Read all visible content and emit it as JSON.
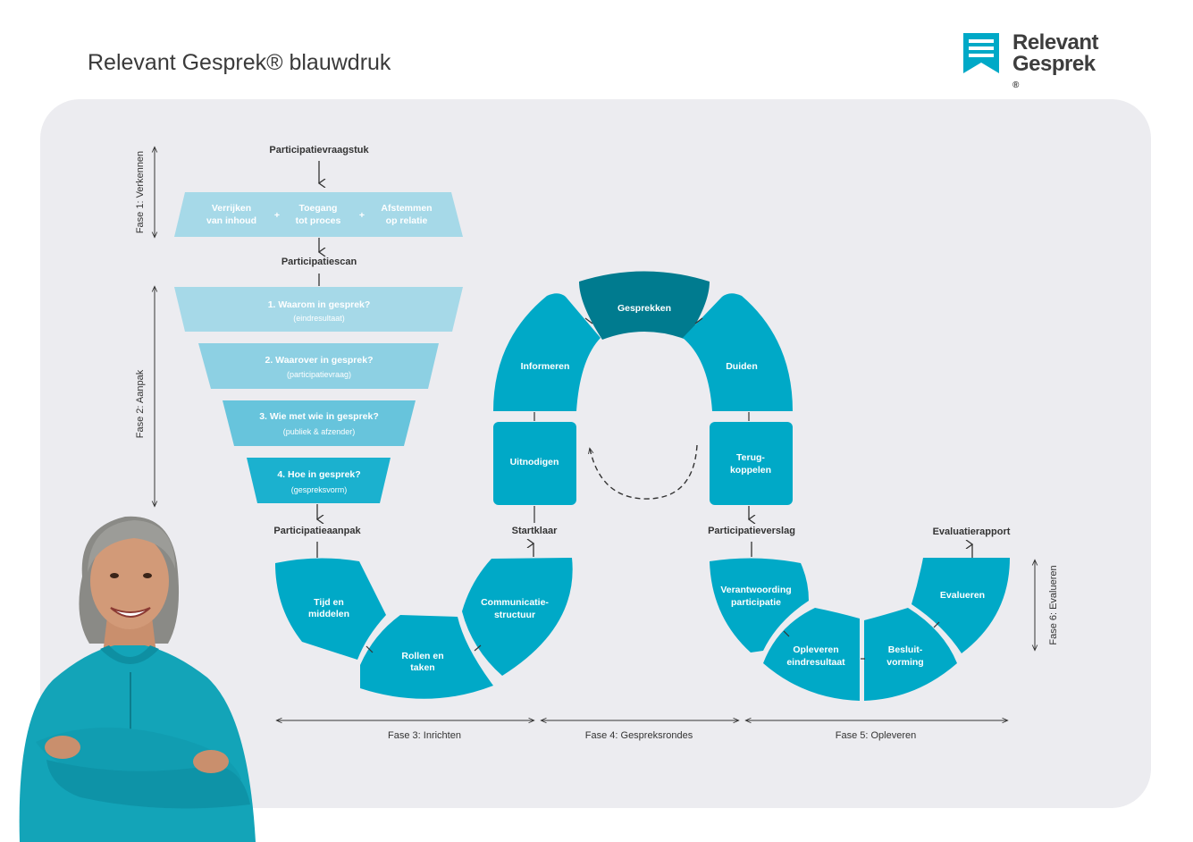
{
  "title": "Relevant Gesprek® blauwdruk",
  "logo": {
    "line1": "Relevant",
    "line2": "Gesprek",
    "reg": "®"
  },
  "phases": {
    "fase1": "Fase 1: Verkennen",
    "fase2": "Fase 2: Aanpak",
    "fase3": "Fase 3: Inrichten",
    "fase4": "Fase 4: Gespreksrondes",
    "fase5": "Fase 5: Opleveren",
    "fase6": "Fase 6: Evalueren"
  },
  "labels": {
    "participatievraagstuk": "Participatievraagstuk",
    "participatiescan": "Participatiescan",
    "participatieaanpak": "Participatieaanpak",
    "startklaar": "Startklaar",
    "participatieverslag": "Participatieverslag",
    "evaluatierapport": "Evaluatierapport"
  },
  "verkennen": {
    "item1": [
      "Verrijken",
      "van inhoud"
    ],
    "item2": [
      "Toegang",
      "tot proces"
    ],
    "item3": [
      "Afstemmen",
      "op relatie"
    ],
    "plus": "+"
  },
  "funnel": [
    {
      "title": "1. Waarom in gesprek?",
      "sub": "(eindresultaat)"
    },
    {
      "title": "2. Waarover in gesprek?",
      "sub": "(participatievraag)"
    },
    {
      "title": "3. Wie met wie in gesprek?",
      "sub": "(publiek & afzender)"
    },
    {
      "title": "4. Hoe in gesprek?",
      "sub": "(gespreksvorm)"
    }
  ],
  "inrichten": {
    "tijd": [
      "Tijd en",
      "middelen"
    ],
    "rollen": [
      "Rollen en",
      "taken"
    ],
    "communicatie": [
      "Communicatie-",
      "structuur"
    ]
  },
  "rondes": {
    "uitnodigen": "Uitnodigen",
    "informeren": "Informeren",
    "gesprekken": "Gesprekken",
    "duiden": "Duiden",
    "terugkoppelen": [
      "Terug-",
      "koppelen"
    ]
  },
  "opleveren": {
    "verantwoording": [
      "Verantwoording",
      "participatie"
    ],
    "eindresultaat": [
      "Opleveren",
      "eindresultaat"
    ],
    "besluitvorming": [
      "Besluit-",
      "vorming"
    ],
    "evalueren": "Evalueren"
  },
  "colors": {
    "teal": "#00a9c7",
    "dark_teal": "#007b8f",
    "light1": "#a6d9e8",
    "light2": "#8dd0e3",
    "light3": "#67c4dc",
    "mid": "#1bb1cf",
    "panel": "#ececf0"
  }
}
